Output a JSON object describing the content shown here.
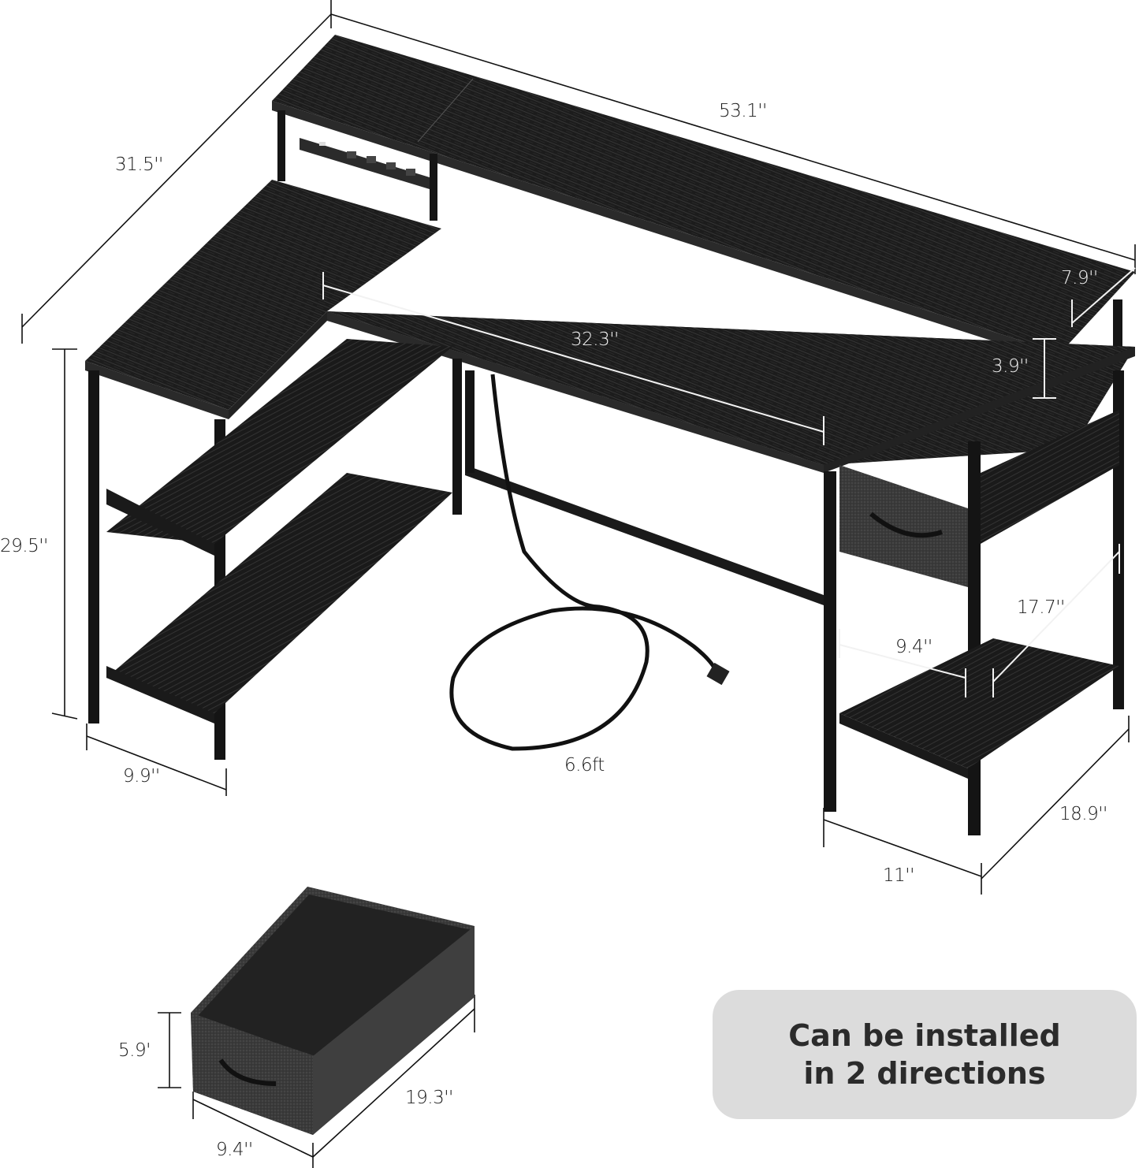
{
  "diagram": {
    "subject": "L-shaped desk with monitor stand, power strip, storage shelves and fabric drawer",
    "dimensions": {
      "total_width": "53.1''",
      "total_depth": "31.5''",
      "height": "29.5''",
      "monitor_stand_depth": "7.9''",
      "monitor_stand_height": "3.9''",
      "desktop_width": "32.3''",
      "side_shelf_width": "9.9''",
      "power_cord_length": "6.6ft",
      "cabinet_inner_width": "9.4''",
      "cabinet_inner_depth": "17.7''",
      "cabinet_width": "11''",
      "cabinet_depth": "18.9''",
      "drawer_height": "5.9'",
      "drawer_depth": "19.3''",
      "drawer_width": "9.4''"
    },
    "badge": {
      "line1": "Can be installed",
      "line2": "in 2 directions"
    },
    "colors": {
      "wood": "#1c1c1c",
      "wood_light": "#3a3a3a",
      "frame": "#111111",
      "fabric": "#3b3b3b",
      "badge_bg": "#dcdcdc",
      "badge_text": "#2b2b2b"
    }
  }
}
